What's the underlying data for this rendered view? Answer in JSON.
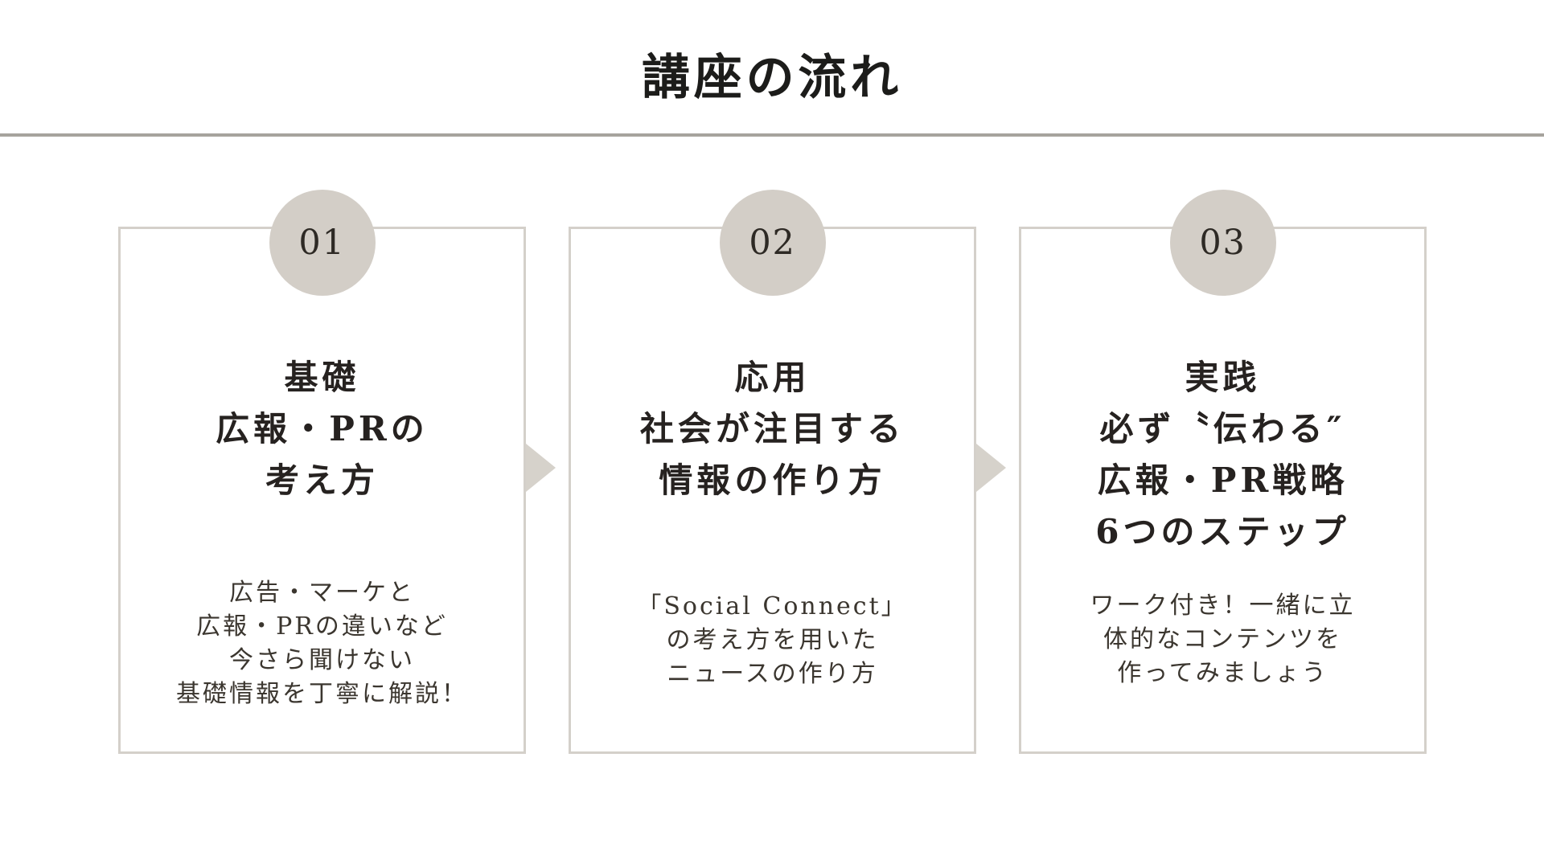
{
  "slide": {
    "title": "講座の流れ"
  },
  "steps": [
    {
      "number": "01",
      "heading_lines": [
        "基礎",
        "広報・PRの",
        "考え方"
      ],
      "body_lines": [
        "広告・マーケと",
        "広報・PRの違いなど",
        "今さら聞けない",
        "基礎情報を丁寧に解説！"
      ]
    },
    {
      "number": "02",
      "heading_lines": [
        "応用",
        "社会が注目する",
        "情報の作り方"
      ],
      "body_lines": [
        "「Social Connect」",
        "の考え方を用いた",
        "ニュースの作り方"
      ]
    },
    {
      "number": "03",
      "heading_lines": [
        "実践",
        "必ず〝伝わる″",
        "広報・PR戦略",
        "6つのステップ"
      ],
      "body_lines": [
        "ワーク付き！一緒に立",
        "体的なコンテンツを",
        "作ってみましょう"
      ]
    }
  ],
  "icons": {
    "flow_arrow": "right-triangle"
  },
  "colors": {
    "background": "#ffffff",
    "title_text": "#1c1c1a",
    "divider": "#a6a39d",
    "card_border": "#d4d0ca",
    "circle_fill": "#d3cec7",
    "circle_number": "#2e2a25",
    "heading_text": "#262220",
    "body_text": "#3b362f",
    "arrow": "#d6d2cb"
  }
}
